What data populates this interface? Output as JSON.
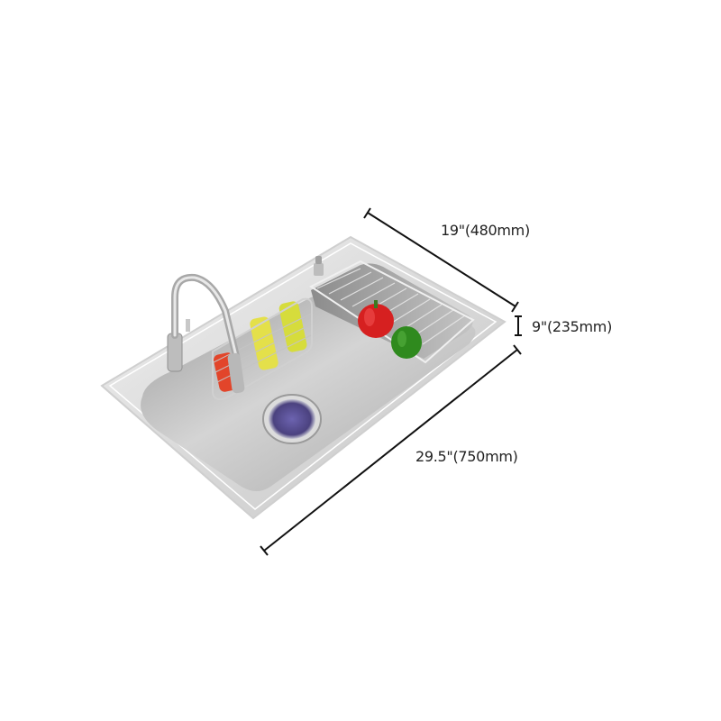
{
  "product": {
    "name": "Stainless steel kitchen sink",
    "accessories": [
      "pull-down faucet",
      "soap dispenser",
      "sponge basket",
      "draining rack",
      "drain strainer"
    ]
  },
  "dimensions": {
    "width": {
      "label": "19\"(480mm)"
    },
    "depth": {
      "label": "9\"(235mm)"
    },
    "length": {
      "label": "29.5\"(750mm)"
    }
  },
  "colors": {
    "background": "#ffffff",
    "steel_light": "#e8e8e8",
    "steel_mid": "#bdbdbd",
    "steel_dark": "#8f8f8f",
    "dimension_line": "#111111",
    "drain_purple": "#5a4f9a",
    "pepper_red": "#d62020",
    "pepper_green": "#2f8a1e",
    "sponge_yellow": "#e4e04a"
  }
}
